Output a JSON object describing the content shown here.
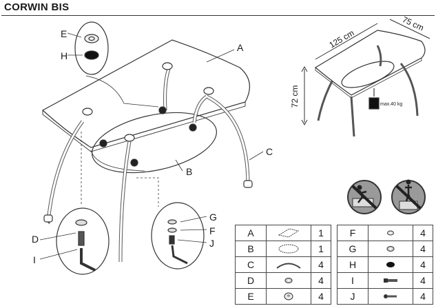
{
  "title": "CORWIN BIS",
  "callouts": {
    "A": "A",
    "B": "B",
    "C": "C",
    "D": "D",
    "E": "E",
    "F": "F",
    "G": "G",
    "H": "H",
    "I": "I",
    "J": "J"
  },
  "dimensions": {
    "length": "125 cm",
    "width": "75 cm",
    "height": "72 cm",
    "max_load": "max.40 kg"
  },
  "warning_icons": [
    "no-climbing-icon",
    "no-standing-icon"
  ],
  "parts": [
    {
      "letter": "A",
      "icon": "glass-top-icon",
      "qty": "1"
    },
    {
      "letter": "B",
      "icon": "glass-shelf-icon",
      "qty": "1"
    },
    {
      "letter": "C",
      "icon": "leg-icon",
      "qty": "4"
    },
    {
      "letter": "D",
      "icon": "washer-icon",
      "qty": "4"
    },
    {
      "letter": "E",
      "icon": "suction-pad-icon",
      "qty": "4"
    },
    {
      "letter": "F",
      "icon": "small-washer-icon",
      "qty": "4"
    },
    {
      "letter": "G",
      "icon": "washer-icon",
      "qty": "4"
    },
    {
      "letter": "H",
      "icon": "rubber-pad-icon",
      "qty": "4"
    },
    {
      "letter": "I",
      "icon": "bolt-icon",
      "qty": "4"
    },
    {
      "letter": "J",
      "icon": "screw-icon",
      "qty": "4"
    }
  ]
}
